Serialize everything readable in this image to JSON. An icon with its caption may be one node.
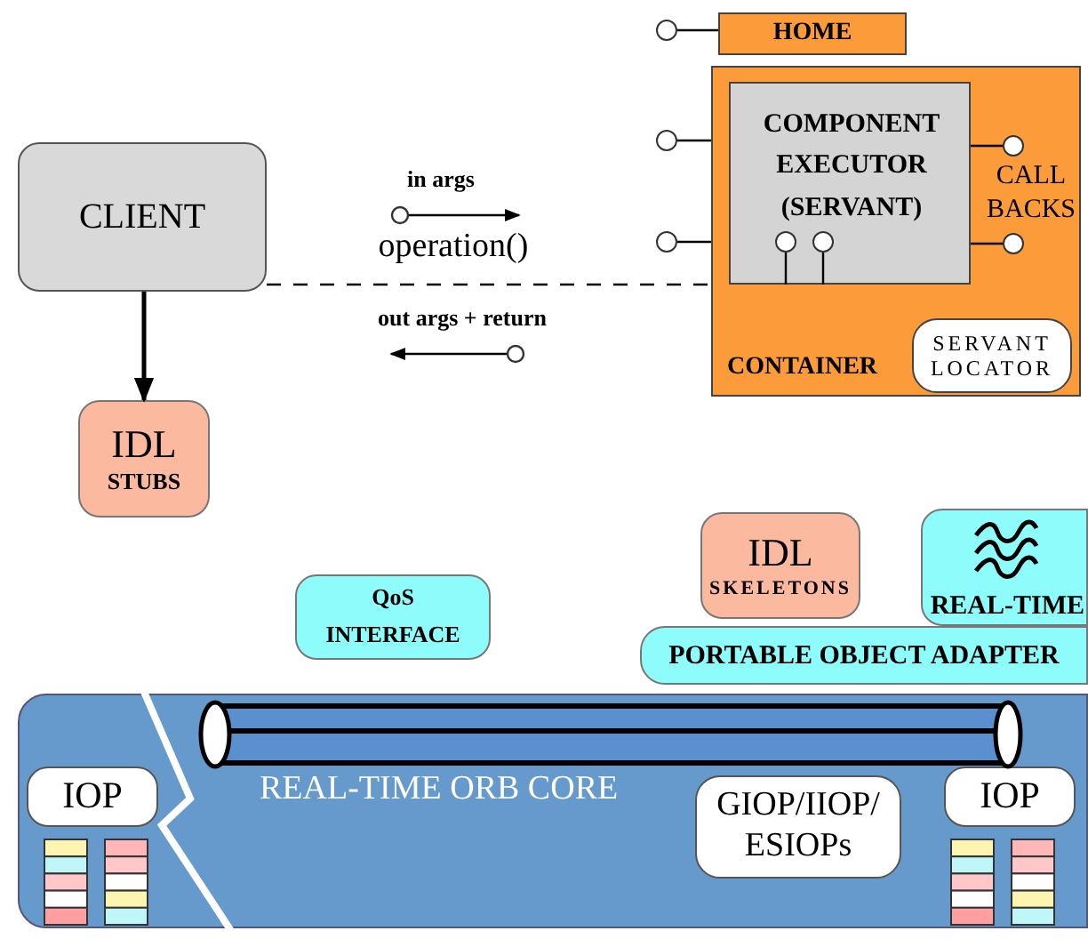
{
  "diagram": {
    "nodes": [
      {
        "text": [
          "CLIENT"
        ]
      },
      {
        "text": [
          "IDL",
          "STUBS"
        ]
      },
      {
        "text": [
          "HOME"
        ]
      },
      {
        "text": [
          "CONTAINER"
        ]
      },
      {
        "text": [
          "COMPONENT EXECUTOR (SERVANT)"
        ],
        "in": 3
      },
      {
        "text": [
          "SERVANT LOCATOR"
        ],
        "in": 3
      },
      {
        "text": [
          "QoS INTERFACE"
        ]
      },
      {
        "text": [
          "IDL",
          "SKELETONS"
        ]
      },
      {
        "text": [
          "REAL-TIME"
        ]
      },
      {
        "text": [
          "PORTABLE OBJECT ADAPTER"
        ]
      },
      {
        "text": [
          "REAL-TIME ORB CORE"
        ]
      },
      {
        "text": [
          "IOP"
        ],
        "in": 10
      },
      {
        "text": [
          "GIOP/IIOP/ ESIOPs"
        ],
        "in": 10
      },
      {
        "text": [
          "IOP"
        ],
        "in": 10
      },
      {
        "text": [],
        "shape": "circle"
      },
      {
        "text": [],
        "shape": "circle"
      },
      {
        "text": [],
        "shape": "circle"
      },
      {
        "text": [],
        "shape": "circle",
        "in": 4
      },
      {
        "text": [],
        "shape": "circle",
        "in": 4
      },
      {
        "text": [],
        "shape": "circle",
        "in": 3
      },
      {
        "text": [],
        "shape": "circle",
        "in": 3
      }
    ],
    "edges": [
      {
        "from": 0,
        "to": 1,
        "arrow": "to"
      },
      {
        "from": 0,
        "to": 3,
        "arrow": "none",
        "style": "dashed"
      },
      {
        "from": 14,
        "to": 2,
        "arrow": "none"
      },
      {
        "from": 15,
        "to": 3,
        "arrow": "none"
      },
      {
        "from": 16,
        "to": 3,
        "arrow": "none"
      },
      {
        "from": 17,
        "to": 4,
        "arrow": "none"
      },
      {
        "from": 18,
        "to": 4,
        "arrow": "none"
      },
      {
        "from": 19,
        "to": 4,
        "arrow": "none"
      },
      {
        "from": 20,
        "to": 4,
        "arrow": "none"
      }
    ],
    "labels": [
      "in args",
      "CALL BACKS",
      "operation()",
      "out args + return"
    ]
  }
}
